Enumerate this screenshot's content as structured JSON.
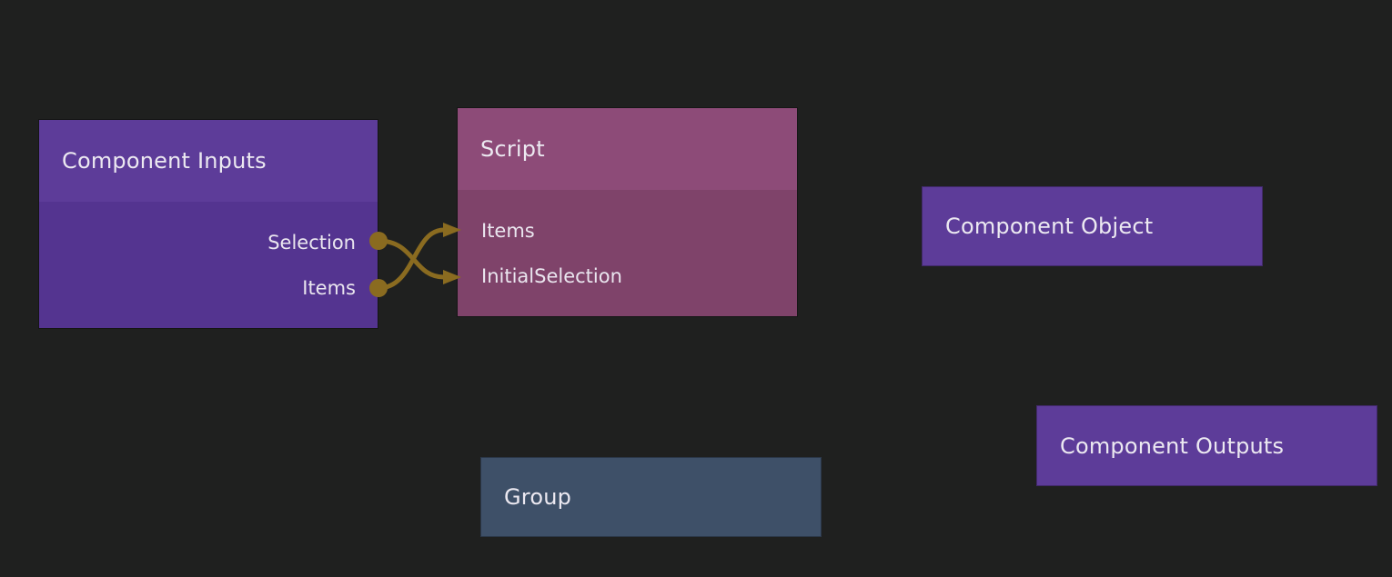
{
  "canvas": {
    "background_color": "#1f201f"
  },
  "colors": {
    "node_purple_header": "#5d3c99",
    "node_purple_body": "#543490",
    "node_script_header": "#8d4b78",
    "node_script_body": "#7f436a",
    "node_group_fill": "#3e5068",
    "wire": "#8a6b20",
    "text": "#ece9f1"
  },
  "nodes": {
    "component_inputs": {
      "title": "Component Inputs",
      "ports": [
        {
          "name": "Selection",
          "direction": "output"
        },
        {
          "name": "Items",
          "direction": "output"
        }
      ]
    },
    "script": {
      "title": "Script",
      "ports": [
        {
          "name": "Items",
          "direction": "input"
        },
        {
          "name": "InitialSelection",
          "direction": "input"
        }
      ]
    },
    "component_object": {
      "title": "Component Object"
    },
    "component_outputs": {
      "title": "Component Outputs"
    },
    "group": {
      "title": "Group"
    }
  },
  "connections": [
    {
      "from": "Component Inputs.Selection",
      "to": "Script.InitialSelection"
    },
    {
      "from": "Component Inputs.Items",
      "to": "Script.Items"
    }
  ]
}
